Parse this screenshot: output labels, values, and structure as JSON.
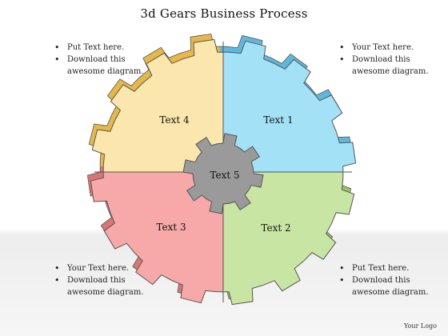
{
  "title": "3d Gears Business Process",
  "segments": [
    {
      "label": "Text 1",
      "color": "#a3e1f7",
      "edge": "#5fb8dc"
    },
    {
      "label": "Text 2",
      "color": "#c9e5a3",
      "edge": "#98c46a"
    },
    {
      "label": "Text 3",
      "color": "#f7a8a8",
      "edge": "#d97575"
    },
    {
      "label": "Text 4",
      "color": "#fbe6ad",
      "edge": "#e6b84a"
    }
  ],
  "center": {
    "label": "Text 5",
    "color": "#9a9a9a"
  },
  "notes": {
    "top_left": [
      "Put Text here.",
      "Download this awesome diagram."
    ],
    "top_right": [
      "Your Text here.",
      "Download this awesome diagram."
    ],
    "bottom_left": [
      "Your Text here.",
      "Download this awesome diagram."
    ],
    "bottom_right": [
      "Put Text here.",
      "Download this awesome diagram."
    ]
  },
  "logo": "Your Logo"
}
